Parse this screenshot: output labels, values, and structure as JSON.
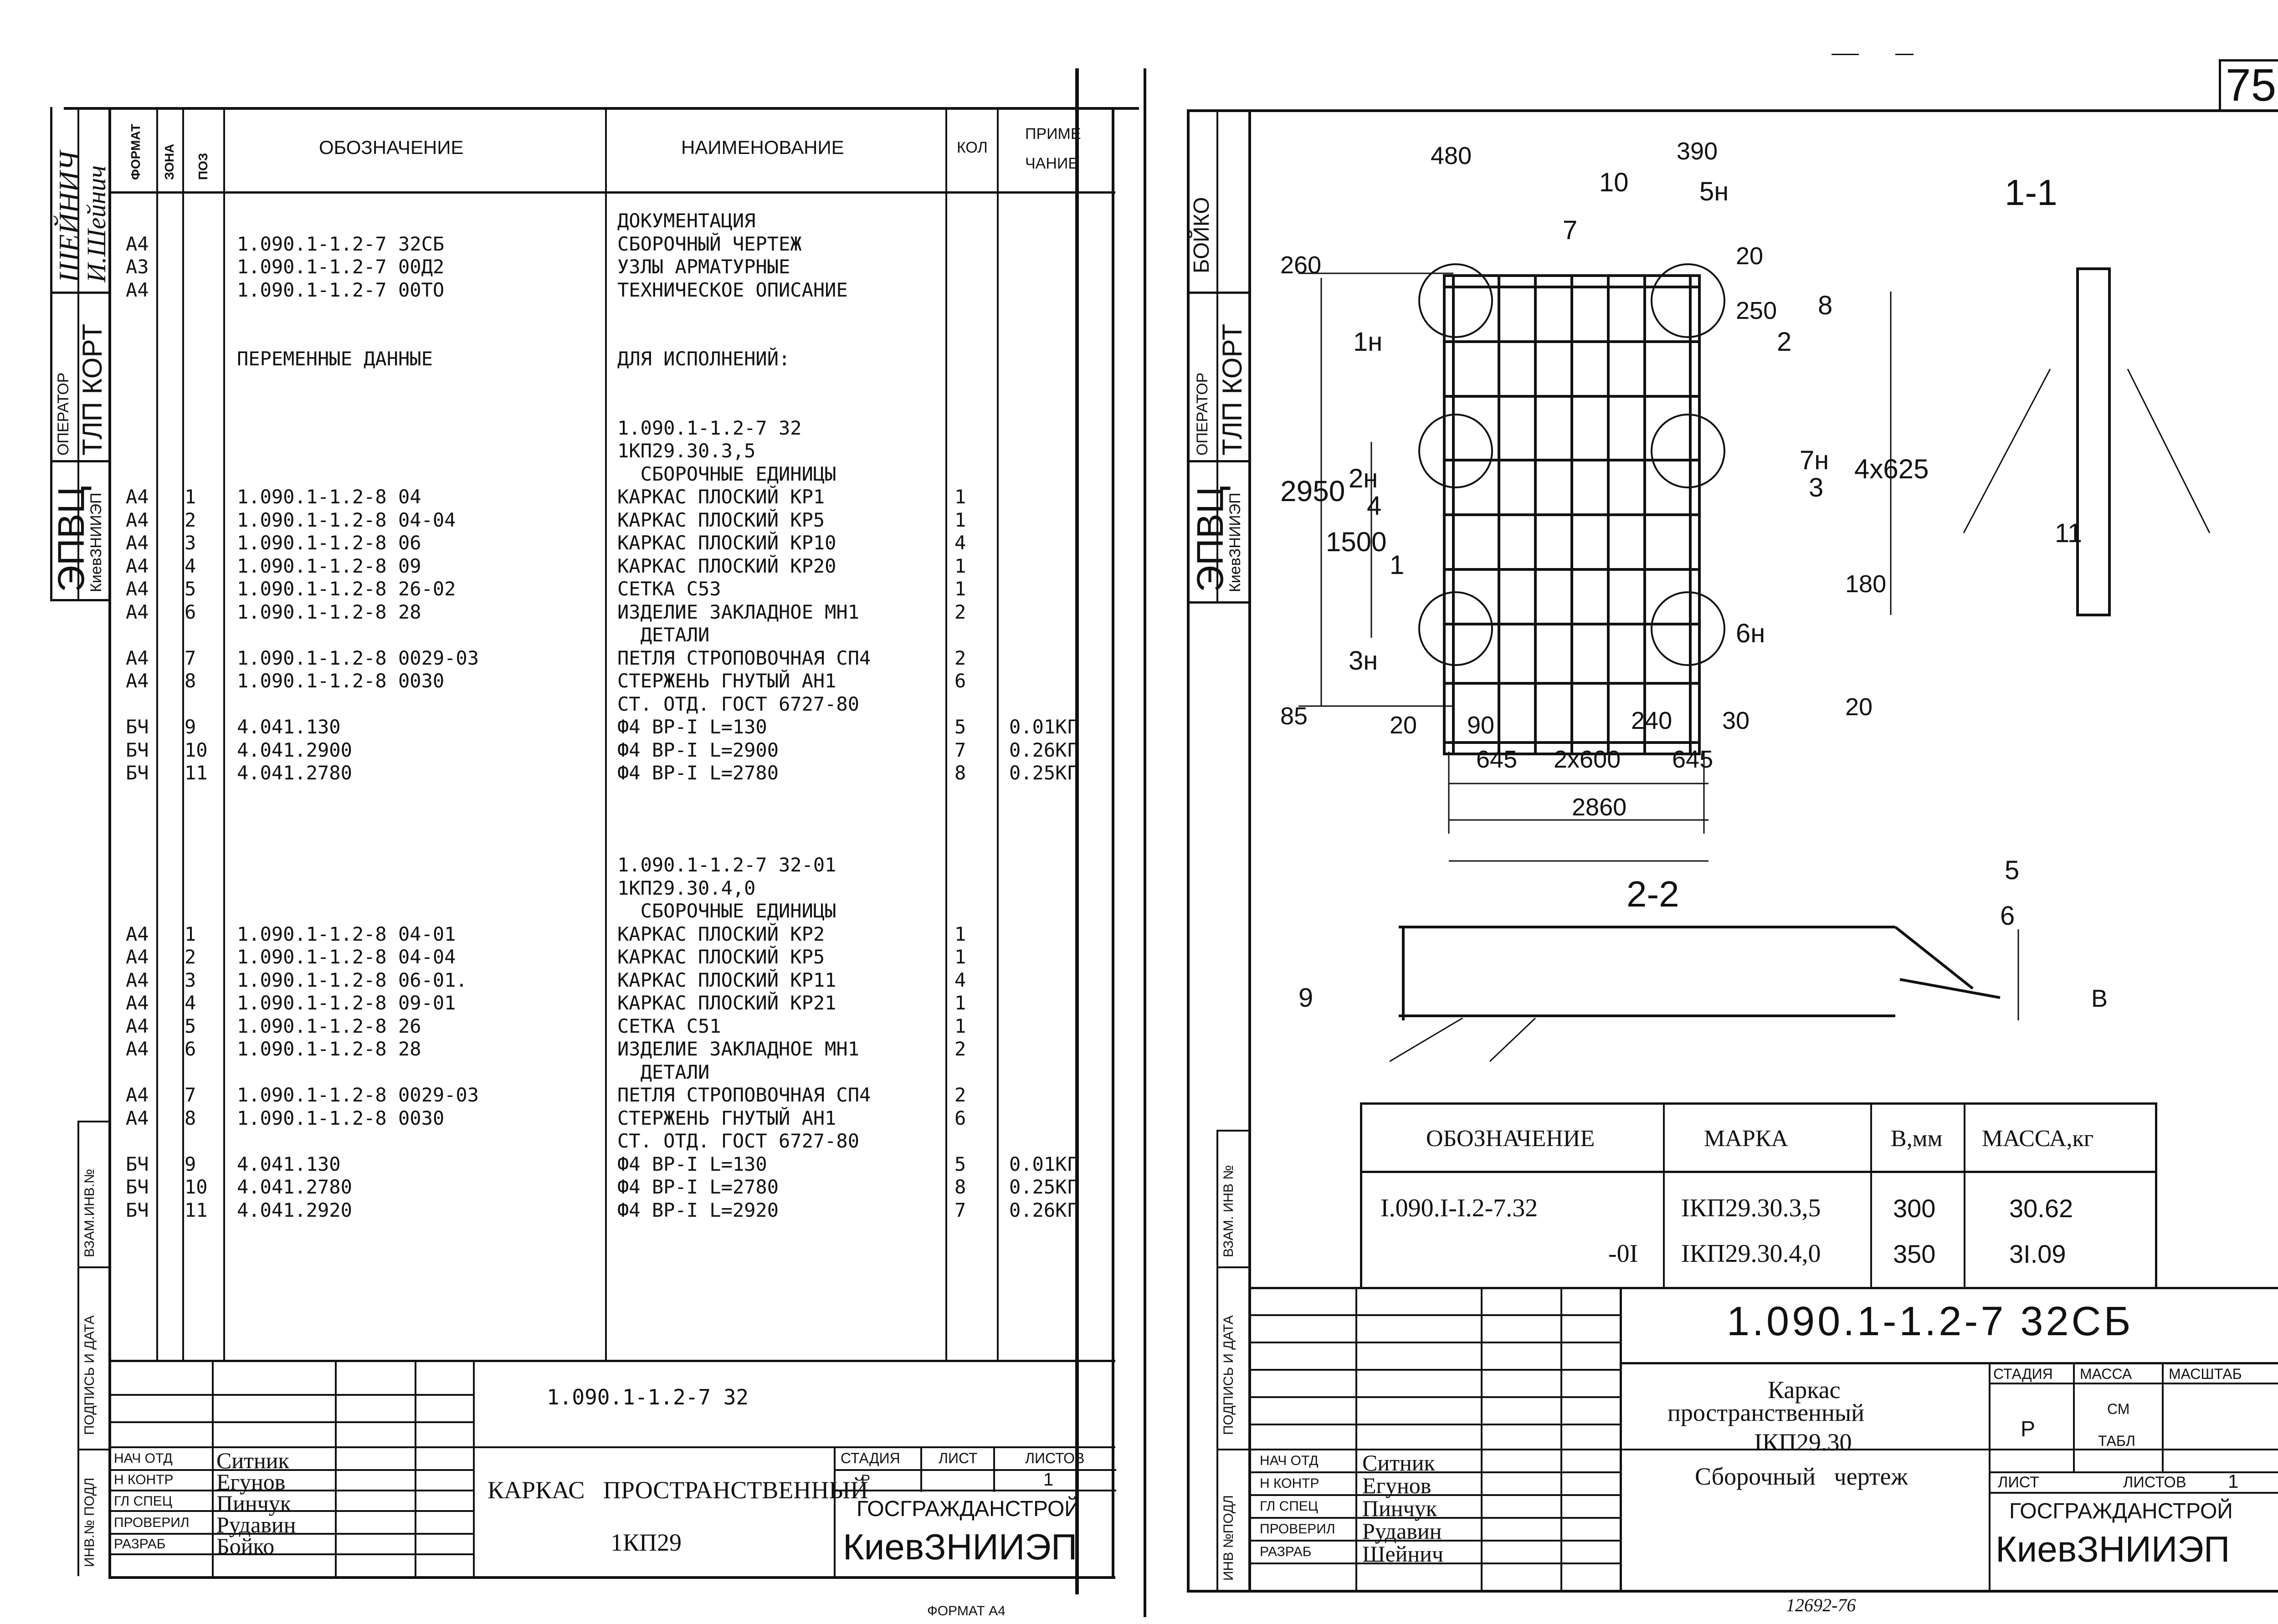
{
  "left_sheet": {
    "stamp_names": [
      "ШЕЙНИЧ",
      "И.Шейнич"
    ],
    "side_boxes": [
      {
        "label": "ОПЕРАТОР",
        "value": "ТЛП КОРТ"
      },
      {
        "label": "КиевЗНИИЭП",
        "value": "ЭПВЦ"
      }
    ],
    "side_labels": [
      "ВЗАМ.ИНВ.№",
      "ПОДПИСЬ И ДАТА",
      "ИНВ.№ ПОДЛ"
    ],
    "headers": {
      "format": "ФОРМАТ",
      "zone": "ЗОНА",
      "pos": "ПОЗ",
      "designation": "ОБОЗНАЧЕНИЕ",
      "name": "НАИМЕНОВАНИЕ",
      "qty": "КОЛ",
      "note_1": "ПРИМЕ",
      "note_2": "ЧАНИЕ"
    },
    "rows": [
      {
        "f": "",
        "p": "",
        "d": "",
        "n": "ДОКУМЕНТАЦИЯ",
        "q": "",
        "m": ""
      },
      {
        "f": "А4",
        "p": "",
        "d": "1.090.1-1.2-7 32СБ",
        "n": "СБОРОЧНЫЙ ЧЕРТЕЖ",
        "q": "",
        "m": ""
      },
      {
        "f": "А3",
        "p": "",
        "d": "1.090.1-1.2-7 00Д2",
        "n": "УЗЛЫ АРМАТУРНЫЕ",
        "q": "",
        "m": ""
      },
      {
        "f": "А4",
        "p": "",
        "d": "1.090.1-1.2-7 00ТО",
        "n": "ТЕХНИЧЕСКОЕ ОПИСАНИЕ",
        "q": "",
        "m": ""
      },
      {
        "f": "",
        "p": "",
        "d": "",
        "n": "",
        "q": "",
        "m": ""
      },
      {
        "f": "",
        "p": "",
        "d": "",
        "n": "",
        "q": "",
        "m": ""
      },
      {
        "f": "",
        "p": "",
        "d": "ПЕРЕМЕННЫЕ ДАННЫЕ",
        "n": "ДЛЯ ИСПОЛНЕНИЙ:",
        "q": "",
        "m": ""
      },
      {
        "f": "",
        "p": "",
        "d": "",
        "n": "",
        "q": "",
        "m": ""
      },
      {
        "f": "",
        "p": "",
        "d": "",
        "n": "",
        "q": "",
        "m": ""
      },
      {
        "f": "",
        "p": "",
        "d": "",
        "n": "1.090.1-1.2-7 32",
        "q": "",
        "m": ""
      },
      {
        "f": "",
        "p": "",
        "d": "",
        "n": "1КП29.30.3,5",
        "q": "",
        "m": ""
      },
      {
        "f": "",
        "p": "",
        "d": "",
        "n": "  СБОРОЧНЫЕ ЕДИНИЦЫ",
        "q": "",
        "m": ""
      },
      {
        "f": "А4",
        "p": "1",
        "d": "1.090.1-1.2-8 04",
        "n": "КАРКАС ПЛОСКИЙ КР1",
        "q": "1",
        "m": ""
      },
      {
        "f": "А4",
        "p": "2",
        "d": "1.090.1-1.2-8 04-04",
        "n": "КАРКАС ПЛОСКИЙ КР5",
        "q": "1",
        "m": ""
      },
      {
        "f": "А4",
        "p": "3",
        "d": "1.090.1-1.2-8 06",
        "n": "КАРКАС ПЛОСКИЙ КР10",
        "q": "4",
        "m": ""
      },
      {
        "f": "А4",
        "p": "4",
        "d": "1.090.1-1.2-8 09",
        "n": "КАРКАС ПЛОСКИЙ КР20",
        "q": "1",
        "m": ""
      },
      {
        "f": "А4",
        "p": "5",
        "d": "1.090.1-1.2-8 26-02",
        "n": "СЕТКА С53",
        "q": "1",
        "m": ""
      },
      {
        "f": "А4",
        "p": "6",
        "d": "1.090.1-1.2-8 28",
        "n": "ИЗДЕЛИЕ ЗАКЛАДНОЕ МН1",
        "q": "2",
        "m": ""
      },
      {
        "f": "",
        "p": "",
        "d": "",
        "n": "  ДЕТАЛИ",
        "q": "",
        "m": ""
      },
      {
        "f": "А4",
        "p": "7",
        "d": "1.090.1-1.2-8 0029-03",
        "n": "ПЕТЛЯ СТРОПОВОЧНАЯ СП4",
        "q": "2",
        "m": ""
      },
      {
        "f": "А4",
        "p": "8",
        "d": "1.090.1-1.2-8 0030",
        "n": "СТЕРЖЕНЬ ГНУТЫЙ АН1",
        "q": "6",
        "m": ""
      },
      {
        "f": "",
        "p": "",
        "d": "",
        "n": "СТ. ОТД. ГОСТ 6727-80",
        "q": "",
        "m": ""
      },
      {
        "f": "БЧ",
        "p": "9",
        "d": "4.041.130",
        "n": "Ф4 ВР-I L=130",
        "q": "5",
        "m": "0.01КГ"
      },
      {
        "f": "БЧ",
        "p": "10",
        "d": "4.041.2900",
        "n": "Ф4 ВР-I L=2900",
        "q": "7",
        "m": "0.26КГ"
      },
      {
        "f": "БЧ",
        "p": "11",
        "d": "4.041.2780",
        "n": "Ф4 ВР-I L=2780",
        "q": "8",
        "m": "0.25КГ"
      },
      {
        "f": "",
        "p": "",
        "d": "",
        "n": "",
        "q": "",
        "m": ""
      },
      {
        "f": "",
        "p": "",
        "d": "",
        "n": "",
        "q": "",
        "m": ""
      },
      {
        "f": "",
        "p": "",
        "d": "",
        "n": "",
        "q": "",
        "m": ""
      },
      {
        "f": "",
        "p": "",
        "d": "",
        "n": "1.090.1-1.2-7 32-01",
        "q": "",
        "m": ""
      },
      {
        "f": "",
        "p": "",
        "d": "",
        "n": "1КП29.30.4,0",
        "q": "",
        "m": ""
      },
      {
        "f": "",
        "p": "",
        "d": "",
        "n": "  СБОРОЧНЫЕ ЕДИНИЦЫ",
        "q": "",
        "m": ""
      },
      {
        "f": "А4",
        "p": "1",
        "d": "1.090.1-1.2-8 04-01",
        "n": "КАРКАС ПЛОСКИЙ КР2",
        "q": "1",
        "m": ""
      },
      {
        "f": "А4",
        "p": "2",
        "d": "1.090.1-1.2-8 04-04",
        "n": "КАРКАС ПЛОСКИЙ КР5",
        "q": "1",
        "m": ""
      },
      {
        "f": "А4",
        "p": "3",
        "d": "1.090.1-1.2-8 06-01.",
        "n": "КАРКАС ПЛОСКИЙ КР11",
        "q": "4",
        "m": ""
      },
      {
        "f": "А4",
        "p": "4",
        "d": "1.090.1-1.2-8 09-01",
        "n": "КАРКАС ПЛОСКИЙ КР21",
        "q": "1",
        "m": ""
      },
      {
        "f": "А4",
        "p": "5",
        "d": "1.090.1-1.2-8 26",
        "n": "СЕТКА С51",
        "q": "1",
        "m": ""
      },
      {
        "f": "А4",
        "p": "6",
        "d": "1.090.1-1.2-8 28",
        "n": "ИЗДЕЛИЕ ЗАКЛАДНОЕ МН1",
        "q": "2",
        "m": ""
      },
      {
        "f": "",
        "p": "",
        "d": "",
        "n": "  ДЕТАЛИ",
        "q": "",
        "m": ""
      },
      {
        "f": "А4",
        "p": "7",
        "d": "1.090.1-1.2-8 0029-03",
        "n": "ПЕТЛЯ СТРОПОВОЧНАЯ СП4",
        "q": "2",
        "m": ""
      },
      {
        "f": "А4",
        "p": "8",
        "d": "1.090.1-1.2-8 0030",
        "n": "СТЕРЖЕНЬ ГНУТЫЙ АН1",
        "q": "6",
        "m": ""
      },
      {
        "f": "",
        "p": "",
        "d": "",
        "n": "СТ. ОТД. ГОСТ 6727-80",
        "q": "",
        "m": ""
      },
      {
        "f": "БЧ",
        "p": "9",
        "d": "4.041.130",
        "n": "Ф4 ВР-I L=130",
        "q": "5",
        "m": "0.01КГ"
      },
      {
        "f": "БЧ",
        "p": "10",
        "d": "4.041.2780",
        "n": "Ф4 ВР-I L=2780",
        "q": "8",
        "m": "0.25КГ"
      },
      {
        "f": "БЧ",
        "p": "11",
        "d": "4.041.2920",
        "n": "Ф4 ВР-I L=2920",
        "q": "7",
        "m": "0.26КГ"
      }
    ],
    "title_block": {
      "code": "1.090.1-1.2-7 32",
      "roles": [
        "НАЧ ОТД",
        "Н КОНТР",
        "ГЛ СПЕЦ",
        "ПРОВЕРИЛ",
        "РАЗРАБ"
      ],
      "names": [
        "Ситник",
        "Егунов",
        "Пинчук",
        "Рудавин",
        "Бойко"
      ],
      "title_1": "КАРКАС   ПРОСТРАНСТВЕННЫЙ",
      "title_2": "1КП29",
      "stage_label": "СТАДИЯ",
      "sheet_label": "ЛИСТ",
      "sheets_label": "ЛИСТОВ",
      "stage_value": "Р",
      "sheets_value": "1",
      "org_1": "ГОСГРАЖДАНСТРОЙ",
      "org_2": "КиевЗНИИЭП"
    },
    "format_label": "ФОРМАТ А4"
  },
  "right_sheet": {
    "page_number": "75",
    "stamp_name": "БОЙКО",
    "side_boxes": [
      {
        "label": "ОПЕРАТОР",
        "value": "ТЛП КОРТ"
      },
      {
        "label": "КиевЗНИИЭП",
        "value": "ЭПВЦ"
      }
    ],
    "side_labels": [
      "ВЗАМ. ИНВ №",
      "ПОДПИСЬ И ДАТА",
      "ИНВ №ПОДЛ"
    ],
    "plan_labels": {
      "section": "1-1",
      "section2": "2-2",
      "d480": "480",
      "d390": "390",
      "d260": "260",
      "d20a": "20",
      "d250": "250",
      "d2950": "2950",
      "d1500": "1500",
      "d4x625": "4x625",
      "d180": "180",
      "d85": "85",
      "d20b": "20",
      "d20c": "20",
      "d90": "90",
      "d240": "240",
      "d30": "30",
      "d645a": "645",
      "d2x600": "2x600",
      "d645b": "645",
      "d2860": "2860",
      "B": "В",
      "marks": [
        "1",
        "2",
        "3",
        "4",
        "5",
        "6",
        "7",
        "8",
        "9",
        "10",
        "11",
        "1н",
        "2н",
        "3н",
        "5н",
        "6н",
        "7н"
      ]
    },
    "mark_table": {
      "headers": [
        "ОБОЗНАЧЕНИЕ",
        "МАРКА",
        "В,мм",
        "МАССА,кг"
      ],
      "rows": [
        {
          "code": "I.090.I-I.2-7.32",
          "mark": "IКП29.30.3,5",
          "b": "300",
          "mass": "30.62"
        },
        {
          "code": "-0I",
          "mark": "IКП29.30.4,0",
          "b": "350",
          "mass": "3I.09"
        }
      ]
    },
    "title_block": {
      "code": "1.090.1-1.2-7 32СБ",
      "roles": [
        "НАЧ ОТД",
        "Н КОНТР",
        "ГЛ СПЕЦ",
        "ПРОВЕРИЛ",
        "РАЗРАБ"
      ],
      "names": [
        "Ситник",
        "Егунов",
        "Пинчук",
        "Рудавин",
        "Шейнич"
      ],
      "title_1": "Каркас",
      "title_2": "пространственный",
      "title_3": "IКП29.30",
      "title_4": "Сборочный   чертеж",
      "stage_label": "СТАДИЯ",
      "mass_label": "МАССА",
      "scale_label": "МАСШТАБ",
      "stage_value": "Р",
      "mass_value_1": "СМ",
      "mass_value_2": "ТАБЛ",
      "sheet_label": "ЛИСТ",
      "sheets_label": "ЛИСТОВ",
      "sheets_value": "1",
      "org_1": "ГОСГРАЖДАНСТРОЙ",
      "org_2": "КиевЗНИИЭП"
    },
    "bottom_code": "12692-76"
  }
}
